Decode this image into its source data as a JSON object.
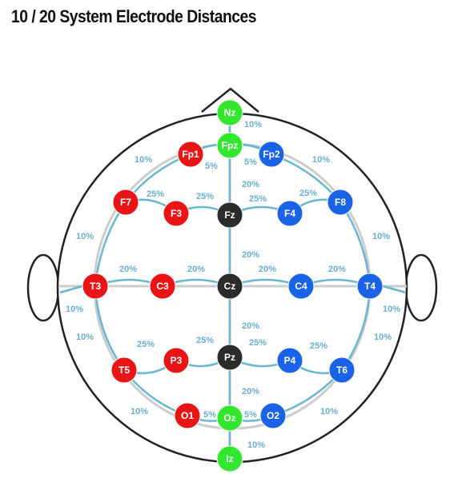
{
  "title": "10 / 20 System Electrode Distances",
  "colors": {
    "left": "#e81416",
    "right": "#1a63e6",
    "midline": "#33e62e",
    "center": "#2b2b2b",
    "connector": "#6ab6cf",
    "grid": "#cccccc",
    "outline": "#222222",
    "percent_text": "#6aaecb"
  },
  "electrodes": [
    {
      "id": "nz",
      "label": "Nz",
      "group": "midline"
    },
    {
      "id": "fpz",
      "label": "Fpz",
      "group": "midline"
    },
    {
      "id": "fp1",
      "label": "Fp1",
      "group": "left"
    },
    {
      "id": "fp2",
      "label": "Fp2",
      "group": "right"
    },
    {
      "id": "f7",
      "label": "F7",
      "group": "left"
    },
    {
      "id": "f3",
      "label": "F3",
      "group": "left"
    },
    {
      "id": "fz",
      "label": "Fz",
      "group": "center"
    },
    {
      "id": "f4",
      "label": "F4",
      "group": "right"
    },
    {
      "id": "f8",
      "label": "F8",
      "group": "right"
    },
    {
      "id": "t3",
      "label": "T3",
      "group": "left"
    },
    {
      "id": "c3",
      "label": "C3",
      "group": "left"
    },
    {
      "id": "cz",
      "label": "Cz",
      "group": "center"
    },
    {
      "id": "c4",
      "label": "C4",
      "group": "right"
    },
    {
      "id": "t4",
      "label": "T4",
      "group": "right"
    },
    {
      "id": "t5",
      "label": "T5",
      "group": "left"
    },
    {
      "id": "p3",
      "label": "P3",
      "group": "left"
    },
    {
      "id": "pz",
      "label": "Pz",
      "group": "center"
    },
    {
      "id": "p4",
      "label": "P4",
      "group": "right"
    },
    {
      "id": "t6",
      "label": "T6",
      "group": "right"
    },
    {
      "id": "o1",
      "label": "O1",
      "group": "left"
    },
    {
      "id": "oz",
      "label": "Oz",
      "group": "midline"
    },
    {
      "id": "o2",
      "label": "O2",
      "group": "right"
    },
    {
      "id": "iz",
      "label": "Iz",
      "group": "midline"
    }
  ],
  "distances": [
    {
      "id": "nz-fpz",
      "text": "10%"
    },
    {
      "id": "fpz-fp1",
      "text": "5%"
    },
    {
      "id": "fpz-fp2",
      "text": "5%"
    },
    {
      "id": "fp1-f7",
      "text": "10%"
    },
    {
      "id": "fp2-f8",
      "text": "10%"
    },
    {
      "id": "f7-f3",
      "text": "25%"
    },
    {
      "id": "f3-fz",
      "text": "25%"
    },
    {
      "id": "fz-f4",
      "text": "25%"
    },
    {
      "id": "f4-f8",
      "text": "25%"
    },
    {
      "id": "fpz-fz",
      "text": "20%"
    },
    {
      "id": "f7-t3",
      "text": "10%"
    },
    {
      "id": "f8-t4",
      "text": "10%"
    },
    {
      "id": "fz-cz",
      "text": "20%"
    },
    {
      "id": "t3-c3",
      "text": "20%"
    },
    {
      "id": "c3-cz",
      "text": "20%"
    },
    {
      "id": "cz-c4",
      "text": "20%"
    },
    {
      "id": "c4-t4",
      "text": "20%"
    },
    {
      "id": "t3-ear",
      "text": "10%"
    },
    {
      "id": "t4-ear",
      "text": "10%"
    },
    {
      "id": "cz-pz",
      "text": "20%"
    },
    {
      "id": "t3-t5",
      "text": "10%"
    },
    {
      "id": "t4-t6",
      "text": "10%"
    },
    {
      "id": "t5-p3",
      "text": "25%"
    },
    {
      "id": "p3-pz",
      "text": "25%"
    },
    {
      "id": "pz-p4",
      "text": "25%"
    },
    {
      "id": "p4-t6",
      "text": "25%"
    },
    {
      "id": "pz-oz",
      "text": "20%"
    },
    {
      "id": "t5-o1",
      "text": "10%"
    },
    {
      "id": "t6-o2",
      "text": "10%"
    },
    {
      "id": "oz-o1",
      "text": "5%"
    },
    {
      "id": "oz-o2",
      "text": "5%"
    },
    {
      "id": "oz-iz",
      "text": "10%"
    }
  ]
}
